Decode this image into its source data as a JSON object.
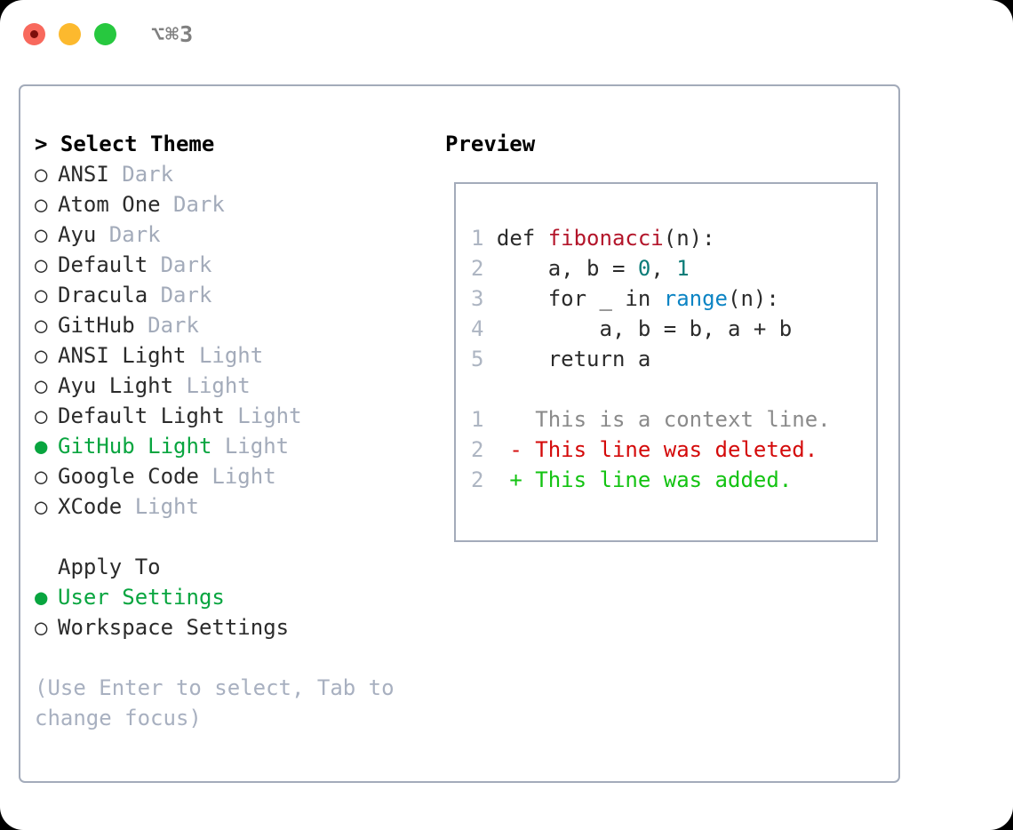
{
  "window": {
    "title": "⌥⌘3",
    "traffic_lights": [
      {
        "name": "close-button",
        "color": "#f8695d"
      },
      {
        "name": "minimize-button",
        "color": "#fcb92e"
      },
      {
        "name": "maximize-button",
        "color": "#27c83f"
      }
    ]
  },
  "colors": {
    "accent_green": "#08a53f",
    "border": "#a3abba",
    "muted": "#a3abba",
    "hint": "#a8b0c0",
    "text": "#2b2b2b",
    "diff_add": "#13c312",
    "diff_del": "#d40a0a",
    "diff_ctx": "#8a8a8a",
    "token_function": "#b3152a",
    "token_number": "#0b7c78",
    "token_builtin": "#0c84c4",
    "lineno": "#adb5c2"
  },
  "theme_list": {
    "header": "> Select Theme",
    "header_marker": ">",
    "header_label": "Select Theme",
    "marker_selected": "●",
    "marker_unselected": "○",
    "items": [
      {
        "name": "ANSI",
        "tag": "Dark",
        "selected": false
      },
      {
        "name": "Atom One",
        "tag": "Dark",
        "selected": false
      },
      {
        "name": "Ayu",
        "tag": "Dark",
        "selected": false
      },
      {
        "name": "Default",
        "tag": "Dark",
        "selected": false
      },
      {
        "name": "Dracula",
        "tag": "Dark",
        "selected": false
      },
      {
        "name": "GitHub",
        "tag": "Dark",
        "selected": false
      },
      {
        "name": "ANSI Light",
        "tag": "Light",
        "selected": false
      },
      {
        "name": "Ayu Light",
        "tag": "Light",
        "selected": false
      },
      {
        "name": "Default Light",
        "tag": "Light",
        "selected": false
      },
      {
        "name": "GitHub Light",
        "tag": "Light",
        "selected": true
      },
      {
        "name": "Google Code",
        "tag": "Light",
        "selected": false
      },
      {
        "name": "XCode",
        "tag": "Light",
        "selected": false
      }
    ]
  },
  "apply_to": {
    "header": "Apply To",
    "items": [
      {
        "name": "User Settings",
        "selected": true
      },
      {
        "name": "Workspace Settings",
        "selected": false
      }
    ]
  },
  "hint": {
    "line1": "(Use Enter to select, Tab to",
    "line2": "change focus)"
  },
  "preview": {
    "title": "Preview",
    "code_lines": [
      {
        "lineno": "1",
        "tokens": [
          {
            "text": "def ",
            "style": "plain"
          },
          {
            "text": "fibonacci",
            "style": "fn"
          },
          {
            "text": "(n):",
            "style": "plain"
          }
        ]
      },
      {
        "lineno": "2",
        "tokens": [
          {
            "text": "    a, b = ",
            "style": "plain"
          },
          {
            "text": "0",
            "style": "num"
          },
          {
            "text": ", ",
            "style": "plain"
          },
          {
            "text": "1",
            "style": "num"
          }
        ]
      },
      {
        "lineno": "3",
        "tokens": [
          {
            "text": "    for _ in ",
            "style": "plain"
          },
          {
            "text": "range",
            "style": "builtin"
          },
          {
            "text": "(n):",
            "style": "plain"
          }
        ]
      },
      {
        "lineno": "4",
        "tokens": [
          {
            "text": "        a, b = b, a + b",
            "style": "plain"
          }
        ]
      },
      {
        "lineno": "5",
        "tokens": [
          {
            "text": "    return a",
            "style": "plain"
          }
        ]
      }
    ],
    "diff_lines": [
      {
        "lineno": "1",
        "sign": " ",
        "text": "This is a context line.",
        "kind": "ctx"
      },
      {
        "lineno": "2",
        "sign": "-",
        "text": "This line was deleted.",
        "kind": "del"
      },
      {
        "lineno": "2",
        "sign": "+",
        "text": "This line was added.",
        "kind": "add"
      }
    ]
  }
}
